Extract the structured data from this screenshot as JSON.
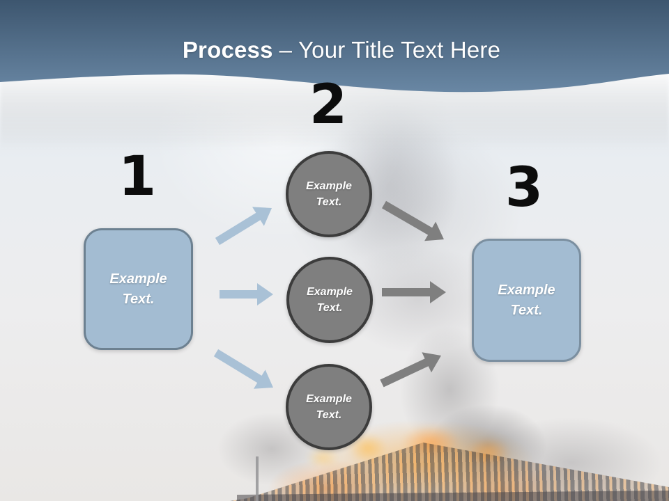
{
  "header": {
    "title_bold": "Process",
    "title_rest": "– Your Title Text Here"
  },
  "steps": {
    "numbers": [
      "1",
      "2",
      "3"
    ],
    "left_box": {
      "line1": "Example",
      "line2": "Text."
    },
    "right_box": {
      "line1": "Example",
      "line2": "Text."
    },
    "circles": [
      {
        "line1": "Example",
        "line2": "Text."
      },
      {
        "line1": "Example",
        "line2": "Text."
      },
      {
        "line1": "Example",
        "line2": "Text."
      }
    ]
  },
  "colors": {
    "banner_top": "#3d566f",
    "banner_bottom": "#6987a4",
    "title_text": "#ffffff",
    "box_fill": "#a3bcd2",
    "box_border": "#6d8191",
    "circle_fill": "#7f7f7f",
    "circle_border": "#3c3c3c",
    "arrow_blue": "#a9c1d6",
    "arrow_gray": "#7f7f7f",
    "number_color": "#0c0c0c"
  }
}
